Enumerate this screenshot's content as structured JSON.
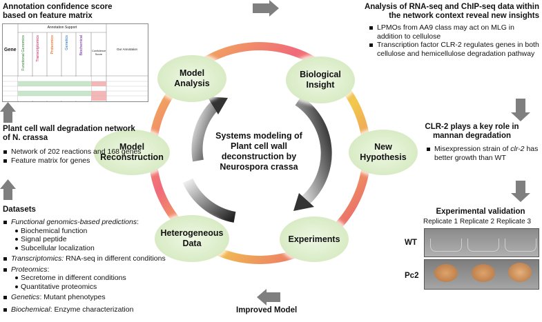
{
  "title_top_left": "Annotation confidence score\nbased on feature matrix",
  "matrix": {
    "group_header": "Annotation Support",
    "gene_header": "Gene",
    "columns": [
      "Functional Genomics",
      "Transcriptomics",
      "Proteomics",
      "Genetics",
      "Biochemical"
    ],
    "score_header": "Confidence Score",
    "annotation_header": "Our Annotation"
  },
  "network": {
    "title": "Plant cell wall degradation network\nof N. crassa",
    "items": [
      "Network of 202 reactions and 168 genes",
      "Feature matrix for genes"
    ]
  },
  "datasets": {
    "title": "Datasets",
    "fg_label": "Functional genomics-based predictions",
    "fg_sub": [
      "Biochemical function",
      "Signal peptide",
      "Subcellular localization"
    ],
    "tr_label": "Transcriptomics:",
    "tr_text": " RNA-seq in different conditions",
    "pr_label": "Proteomics",
    "pr_sub": [
      "Secretome in different conditions",
      "Quantitative proteomics"
    ],
    "ge_label": "Genetics",
    "ge_text": ": Mutant phenotypes",
    "bi_label": "Biochemical",
    "bi_text": ": Enzyme characterization"
  },
  "cycle": {
    "center": "Systems modeling of\nPlant cell wall\ndeconstruction by\nNeurospora crassa",
    "nodes": {
      "model_analysis": "Model\nAnalysis",
      "biological_insight": "Biological\nInsight",
      "new_hypothesis": "New\nHypothesis",
      "experiments": "Experiments",
      "heterogeneous_data": "Heterogeneous\nData",
      "model_reconstruction": "Model\nReconstruction"
    }
  },
  "analysis": {
    "title": "Analysis of RNA-seq and ChIP-seq data within\nthe network context reveal new insights",
    "items": [
      "LPMOs from AA9 class may act on MLG in addition to cellulose",
      "Transcription factor CLR-2 regulates genes in both cellulose and hemicellulose degradation pathway"
    ]
  },
  "clr2": {
    "title": "CLR-2 plays a key role in\nmannan degradation",
    "item_pre": "Misexpression strain of ",
    "item_italic": "clr-2",
    "item_post": " has better growth than WT"
  },
  "validation": {
    "title": "Experimental validation",
    "replicates": [
      "Replicate 1",
      "Replicate 2",
      "Replicate 3"
    ],
    "rows": [
      "WT",
      "Pc2"
    ]
  },
  "improved_model": "Improved Model",
  "colors": {
    "pink": "#e8467a",
    "yellow": "#f2c94c",
    "orange": "#f08a3c",
    "node_fill": "#dcedc8",
    "arrow_gray": "#808080"
  }
}
